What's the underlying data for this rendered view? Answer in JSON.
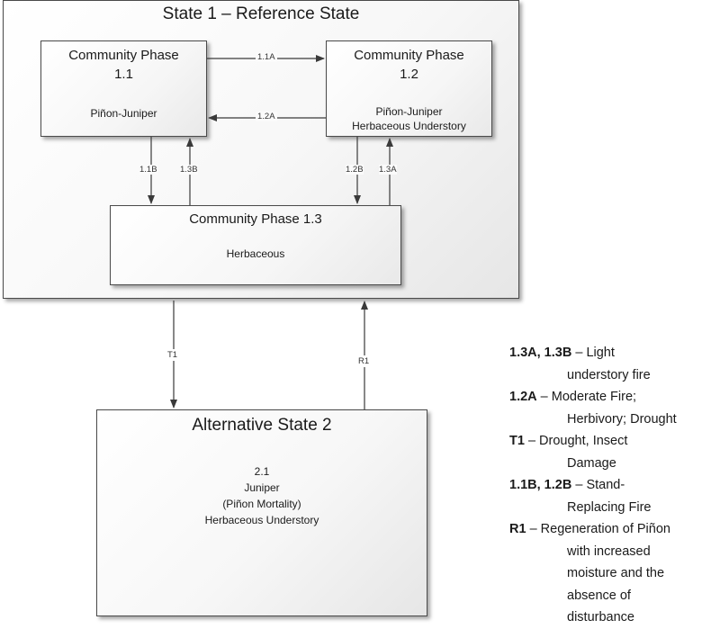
{
  "state1": {
    "title": "State 1 – Reference State",
    "phase11": {
      "title_line1": "Community Phase",
      "title_line2": "1.1",
      "sub": "Piñon-Juniper"
    },
    "phase12": {
      "title_line1": "Community Phase",
      "title_line2": "1.2",
      "sub_line1": "Piñon-Juniper",
      "sub_line2": "Herbaceous Understory"
    },
    "phase13": {
      "title": "Community Phase 1.3",
      "sub": "Herbaceous"
    }
  },
  "state2": {
    "title": "Alternative State 2",
    "lines": [
      "2.1",
      "Juniper",
      "(Piñon Mortality)",
      "Herbaceous Understory"
    ]
  },
  "transitions": {
    "t11a": "1.1A",
    "t12a": "1.2A",
    "t11b": "1.1B",
    "t13b": "1.3B",
    "t12b": "1.2B",
    "t13a": "1.3A",
    "t1": "T1",
    "r1": "R1"
  },
  "legend": [
    {
      "key": "1.3A, 1.3B",
      "lines": [
        "– Light",
        "understory fire"
      ]
    },
    {
      "key": "1.2A",
      "lines": [
        "– Moderate Fire;",
        "Herbivory; Drought"
      ]
    },
    {
      "key": "T1",
      "lines": [
        "– Drought, Insect",
        "Damage"
      ]
    },
    {
      "key": "1.1B, 1.2B",
      "lines": [
        "– Stand-",
        "Replacing Fire"
      ]
    },
    {
      "key": "R1",
      "lines": [
        "– Regeneration of Piñon",
        "with increased",
        "moisture and the",
        "absence of",
        "disturbance"
      ]
    }
  ]
}
